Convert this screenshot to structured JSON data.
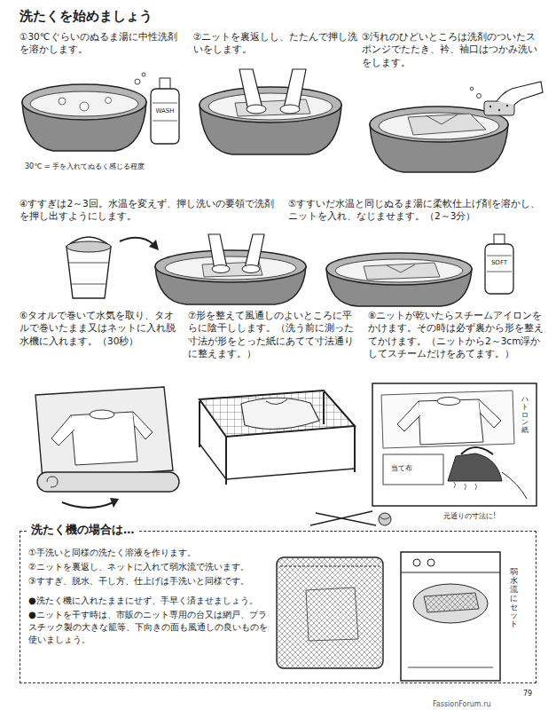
{
  "diagram": {
    "title": "洗たくを始めましょう",
    "nodes": [
      {
        "text": [
          "洗たく機の場合は…",
          "①手洗いと同様の洗たく溶液を作ります。",
          "②ニットを裏返し、ネットに入れて弱水流で洗います。",
          "③すすぎ、脱水、干し方、仕上げは手洗いと同様です。",
          "●洗たく機に入れたままにせず、手早く済ませましょう。",
          "●ニットを干す時は、市販のニット専用の台又は網戸、プラスチック製の大きな籠等、下向きの面も風通しの良いものを使いましょう。"
        ]
      }
    ],
    "labels": [
      "①30℃ぐらいのぬるま湯に中性洗剤を溶かします。",
      "WASH",
      "30℃ = 手を入れてぬるく感じる程度",
      "②ニットを裏返しし、たたんで押し洗いをします。",
      "③汚れのひどいところは洗剤のついたスポンジでたたき、衿、袖口はつかみ洗いをします。",
      "④すすぎは2～3回。水温を変えず、押し洗いの要領で洗剤を押し出すようにします。",
      "⑤すすいだ水温と同じぬるま湯に柔軟仕上げ剤を溶かし、ニットを入れ、なじませます。（2～3分）",
      "SOFT",
      "⑥タオルで巻いて水気を取り、タオルで巻いたまま又はネットに入れ脱水機に入れます。（30秒）",
      "⑦形を整えて風通しのよいところに平らに陰干しします。（洗う前に測った寸法が形をとった紙にあてて寸法通りに整えます。）",
      "⑧ニットが乾いたらスチームアイロンをかけます。その時は必ず裏から形を整えてかけます。（ニットから2～3cm浮かしてスチームだけをあてます。）",
      "ハトロン紙",
      "当て布",
      "元通りの寸法に!",
      "弱水流にセット",
      "79",
      "FassionForum.ru"
    ]
  }
}
